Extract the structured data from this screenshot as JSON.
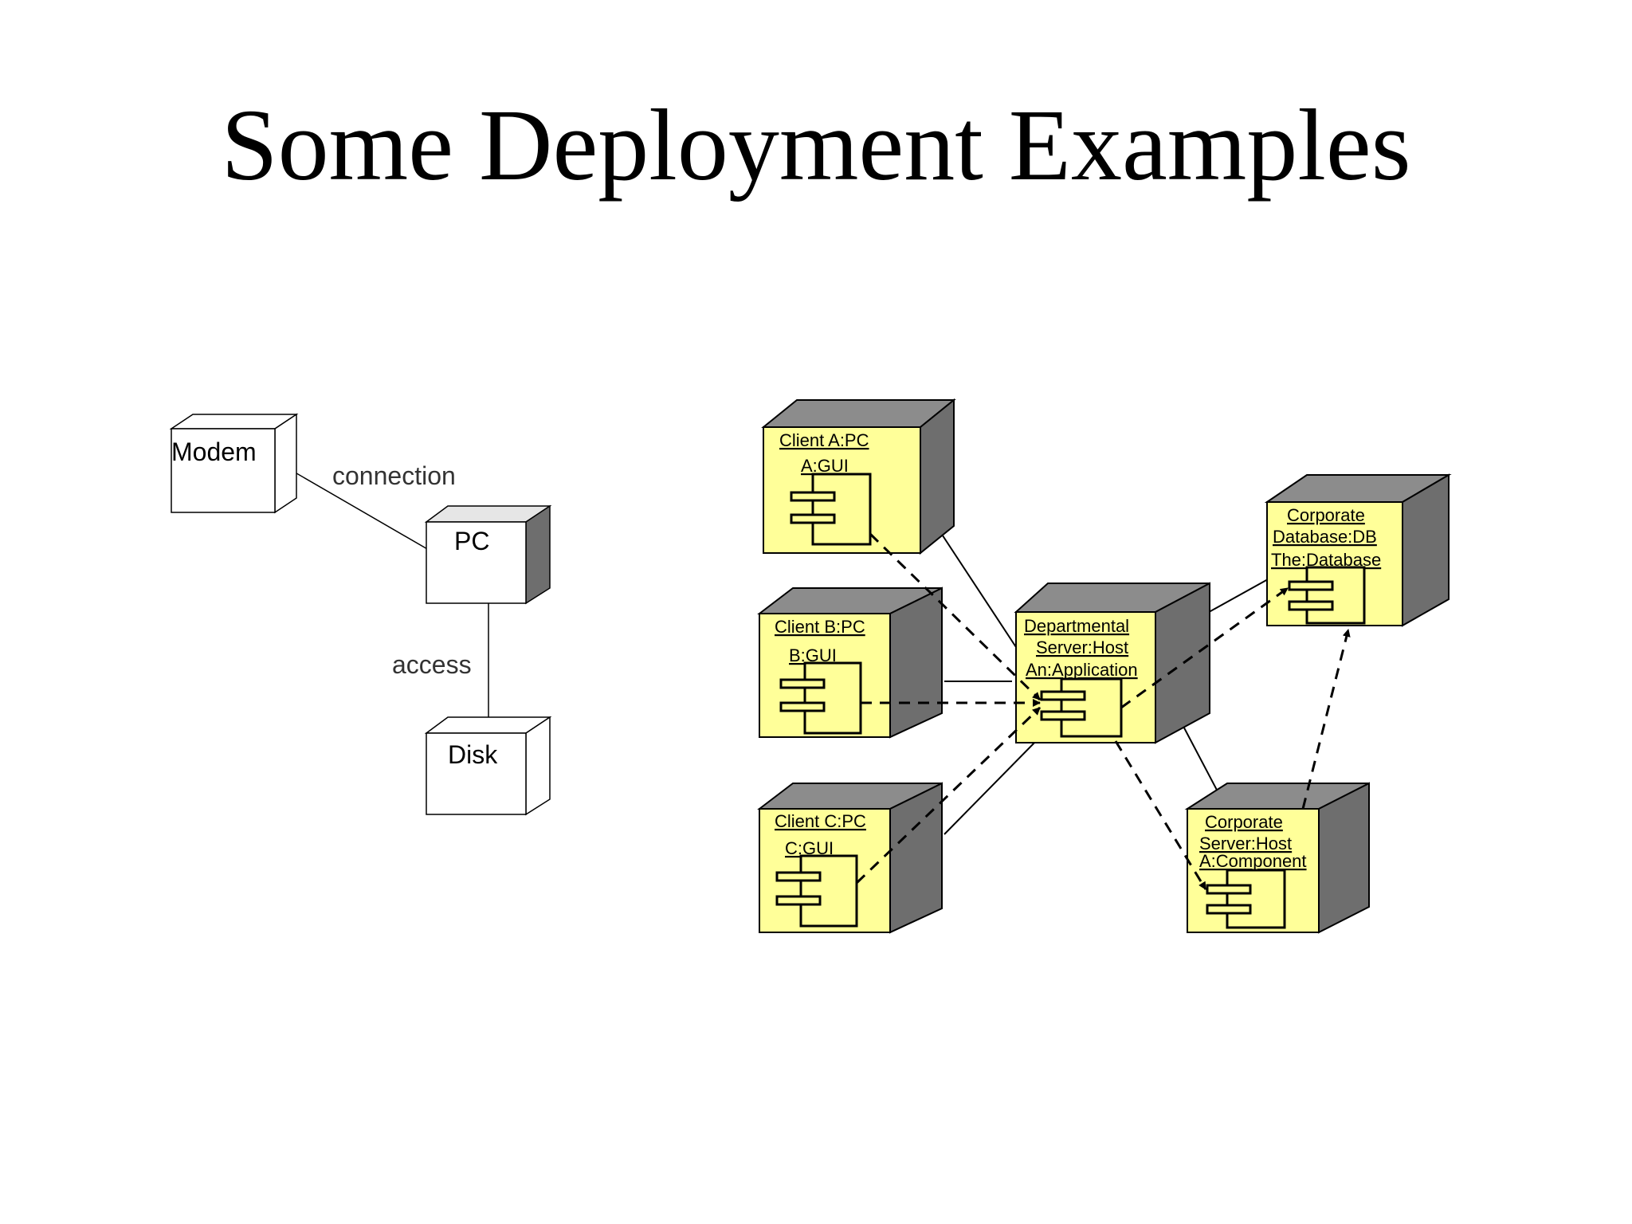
{
  "title": "Some Deployment Examples",
  "simple_diagram": {
    "nodes": {
      "modem": "Modem",
      "pc": "PC",
      "disk": "Disk"
    },
    "edges": {
      "modem_pc": "connection",
      "pc_disk": "access"
    }
  },
  "detailed_diagram": {
    "client_a": {
      "node": "Client A:PC",
      "component": "A:GUI"
    },
    "client_b": {
      "node": "Client B:PC",
      "component": "B:GUI"
    },
    "client_c": {
      "node": "Client C:PC",
      "component": "C:GUI"
    },
    "dept_server": {
      "node_line1": "Departmental",
      "node_line2": "Server:Host",
      "component": "An:Application"
    },
    "corp_db": {
      "node_line1": "Corporate",
      "node_line2": "Database:DB",
      "component": "The:Database"
    },
    "corp_server": {
      "node_line1": "Corporate",
      "node_line2": "Server:Host",
      "component": "A:Component"
    }
  },
  "colors": {
    "node_fill": "#ffff99",
    "node_side": "#6e6e6e",
    "node_top": "#8c8c8c",
    "outline": "#000000"
  }
}
